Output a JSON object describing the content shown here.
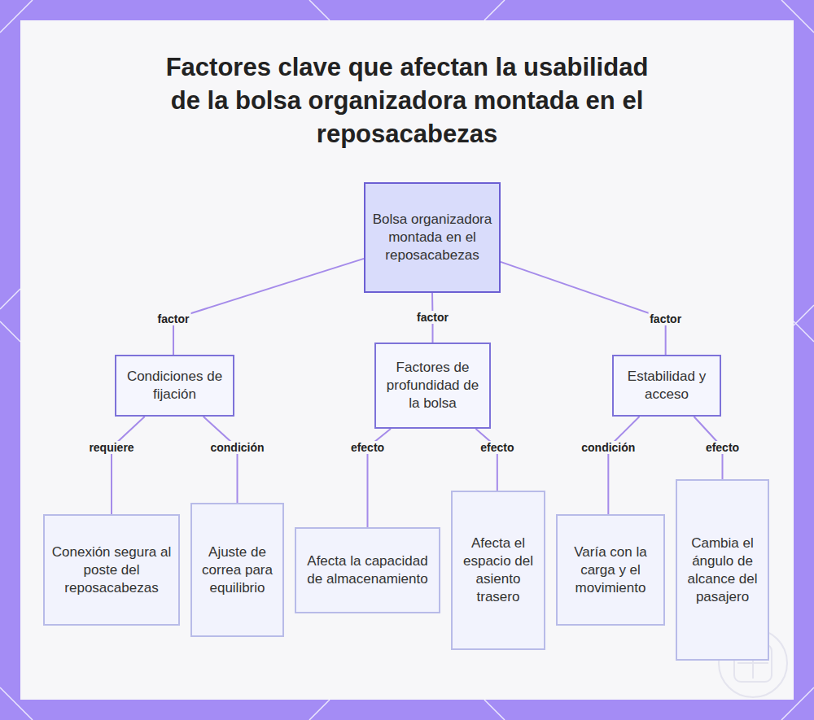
{
  "diagram": {
    "title": "Factores clave que afectan la usabilidad de la bolsa organizadora montada en el reposacabezas",
    "nodes": [
      {
        "text": [
          "Bolsa organizadora montada en el reposacabezas"
        ]
      },
      {
        "text": [
          "Condiciones de fijación"
        ]
      },
      {
        "text": [
          "Factores de profundidad de la bolsa"
        ]
      },
      {
        "text": [
          "Estabilidad y acceso"
        ]
      },
      {
        "text": [
          "Conexión segura al poste del reposacabezas"
        ]
      },
      {
        "text": [
          "Ajuste de correa para equilibrio"
        ]
      },
      {
        "text": [
          "Afecta la capacidad de almacenamiento"
        ]
      },
      {
        "text": [
          "Afecta el espacio del asiento trasero"
        ]
      },
      {
        "text": [
          "Varía con la carga y el movimiento"
        ]
      },
      {
        "text": [
          "Cambia el ángulo de alcance del pasajero"
        ]
      }
    ],
    "edges": [
      {
        "from": 0,
        "to": 1,
        "label": "factor",
        "arrow": "none"
      },
      {
        "from": 0,
        "to": 2,
        "label": "factor",
        "arrow": "none"
      },
      {
        "from": 0,
        "to": 3,
        "label": "factor",
        "arrow": "none"
      },
      {
        "from": 1,
        "to": 4,
        "label": "requiere",
        "arrow": "none"
      },
      {
        "from": 1,
        "to": 5,
        "label": "condición",
        "arrow": "none"
      },
      {
        "from": 2,
        "to": 6,
        "label": "efecto",
        "arrow": "none"
      },
      {
        "from": 2,
        "to": 7,
        "label": "efecto",
        "arrow": "none"
      },
      {
        "from": 3,
        "to": 8,
        "label": "condición",
        "arrow": "none"
      },
      {
        "from": 3,
        "to": 9,
        "label": "efecto",
        "arrow": "none"
      }
    ]
  }
}
